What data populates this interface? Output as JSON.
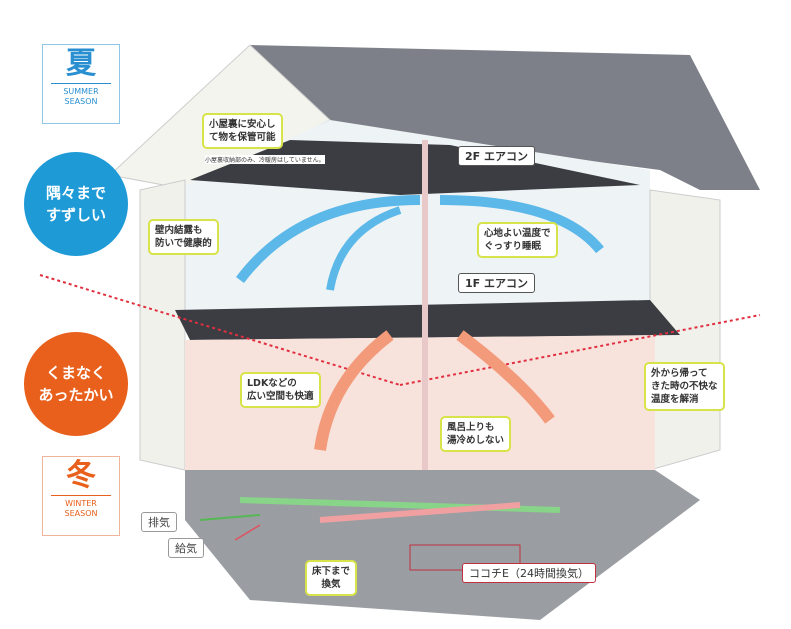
{
  "summer": {
    "kanji": "夏",
    "label": "SUMMER\nSEASON",
    "circle": "隅々まで\nすずしい",
    "color": "#1e9ad6"
  },
  "winter": {
    "kanji": "冬",
    "label": "WINTER\nSEASON",
    "circle": "くまなく\nあったかい",
    "color": "#e8601c"
  },
  "ac": {
    "second": "2F エアコン",
    "first": "1F エアコン"
  },
  "notes": {
    "attic": "小屋裏に安心し\nて物を保管可能",
    "attic_sub": "小屋裏収納部のみ、冷暖房はしていません。",
    "wall": "壁内結露も\n防いで健康的",
    "sleep": "心地よい温度で\nぐっすり睡眠",
    "ldk": "LDKなどの\n広い空間も快適",
    "bath": "風呂上りも\n湯冷めしない",
    "return": "外から帰って\nきた時の不快な\n温度を解消",
    "underfloor": "床下まで\n換気"
  },
  "vent": {
    "exhaust": "排気",
    "supply": "給気",
    "system": "ココチE（24時間換気）"
  }
}
